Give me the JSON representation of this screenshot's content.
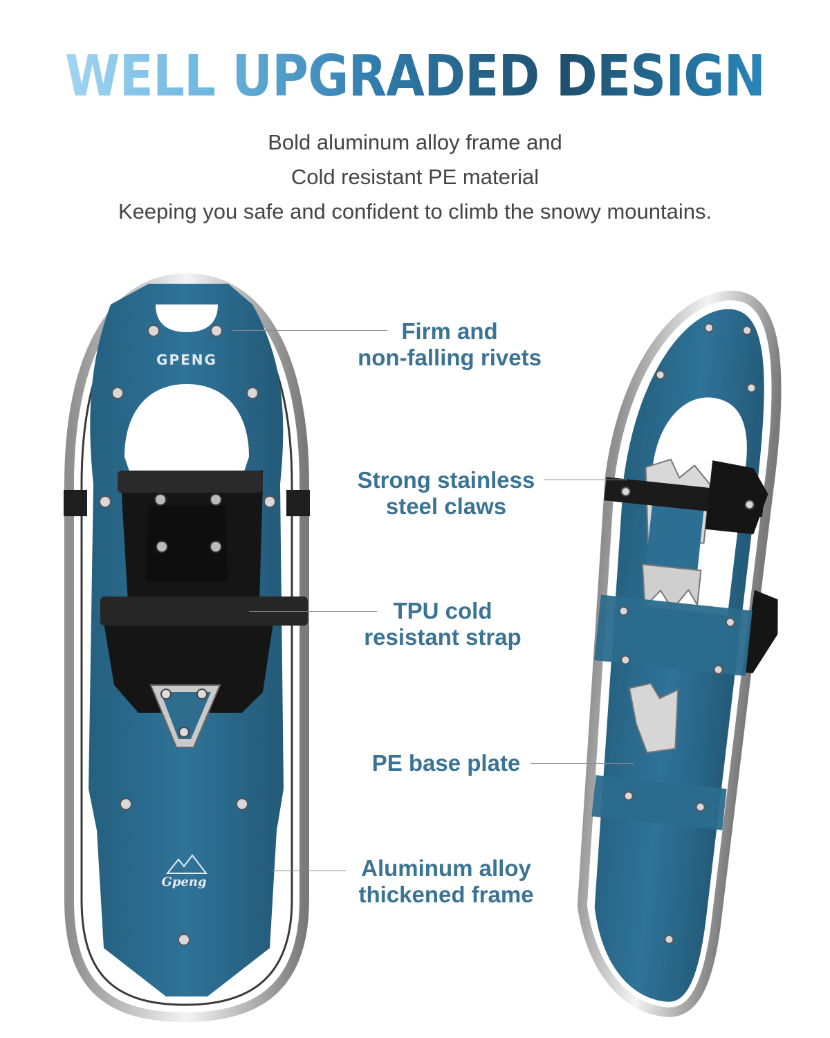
{
  "headline": "WELL UPGRADED DESIGN",
  "subtitle": [
    "Bold aluminum alloy frame and",
    "Cold resistant PE material",
    "Keeping you safe and confident to climb the snowy mountains."
  ],
  "callouts": {
    "rivets": [
      "Firm and",
      "non-falling rivets"
    ],
    "claws": [
      "Strong stainless",
      "steel claws"
    ],
    "strap": [
      "TPU cold",
      "resistant strap"
    ],
    "plate": [
      "PE base plate"
    ],
    "frame": [
      "Aluminum alloy",
      "thickened frame"
    ]
  },
  "brand": {
    "plate_logo": "GPENG",
    "tail_logo": "Gpeng"
  },
  "colors": {
    "plate_blue": "#2d6f92",
    "title_dark": "#1f4f6c",
    "callout_text": "#3b7394"
  }
}
